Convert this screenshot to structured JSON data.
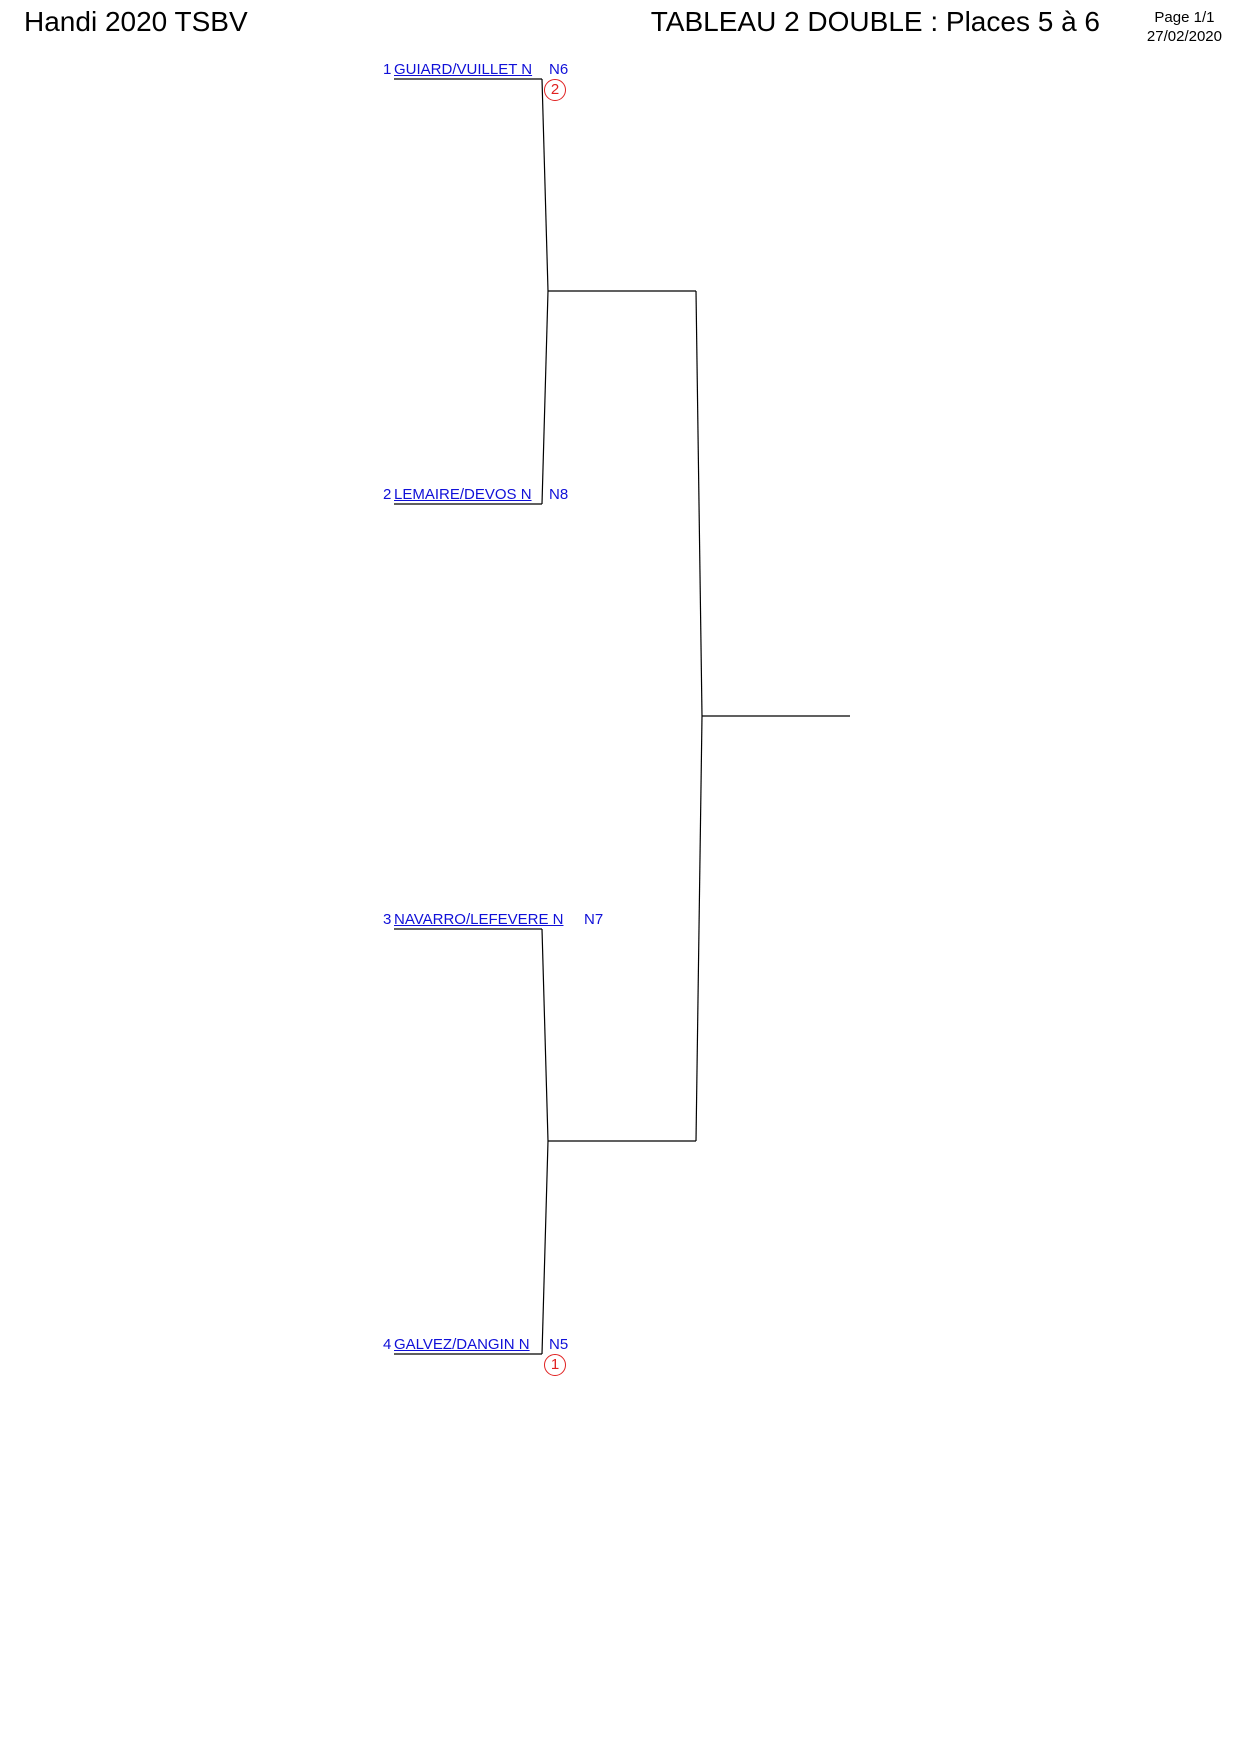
{
  "header": {
    "event": "Handi 2020 TSBV",
    "title": "TABLEAU 2 DOUBLE : Places 5 à 6",
    "page": "Page 1/1",
    "date": "27/02/2020"
  },
  "entries": [
    {
      "seed": "1",
      "name": "GUIARD/VUILLET N",
      "rank": "N6",
      "place": "2"
    },
    {
      "seed": "2",
      "name": "LEMAIRE/DEVOS N",
      "rank": "N8",
      "place": ""
    },
    {
      "seed": "3",
      "name": "NAVARRO/LEFEVERE N",
      "rank": "N7",
      "place": ""
    },
    {
      "seed": "4",
      "name": "GALVEZ/DANGIN N",
      "rank": "N5",
      "place": "1"
    }
  ],
  "colors": {
    "entry_text": "#1010d8",
    "place_marker": "#e02020",
    "lines": "#000000"
  }
}
